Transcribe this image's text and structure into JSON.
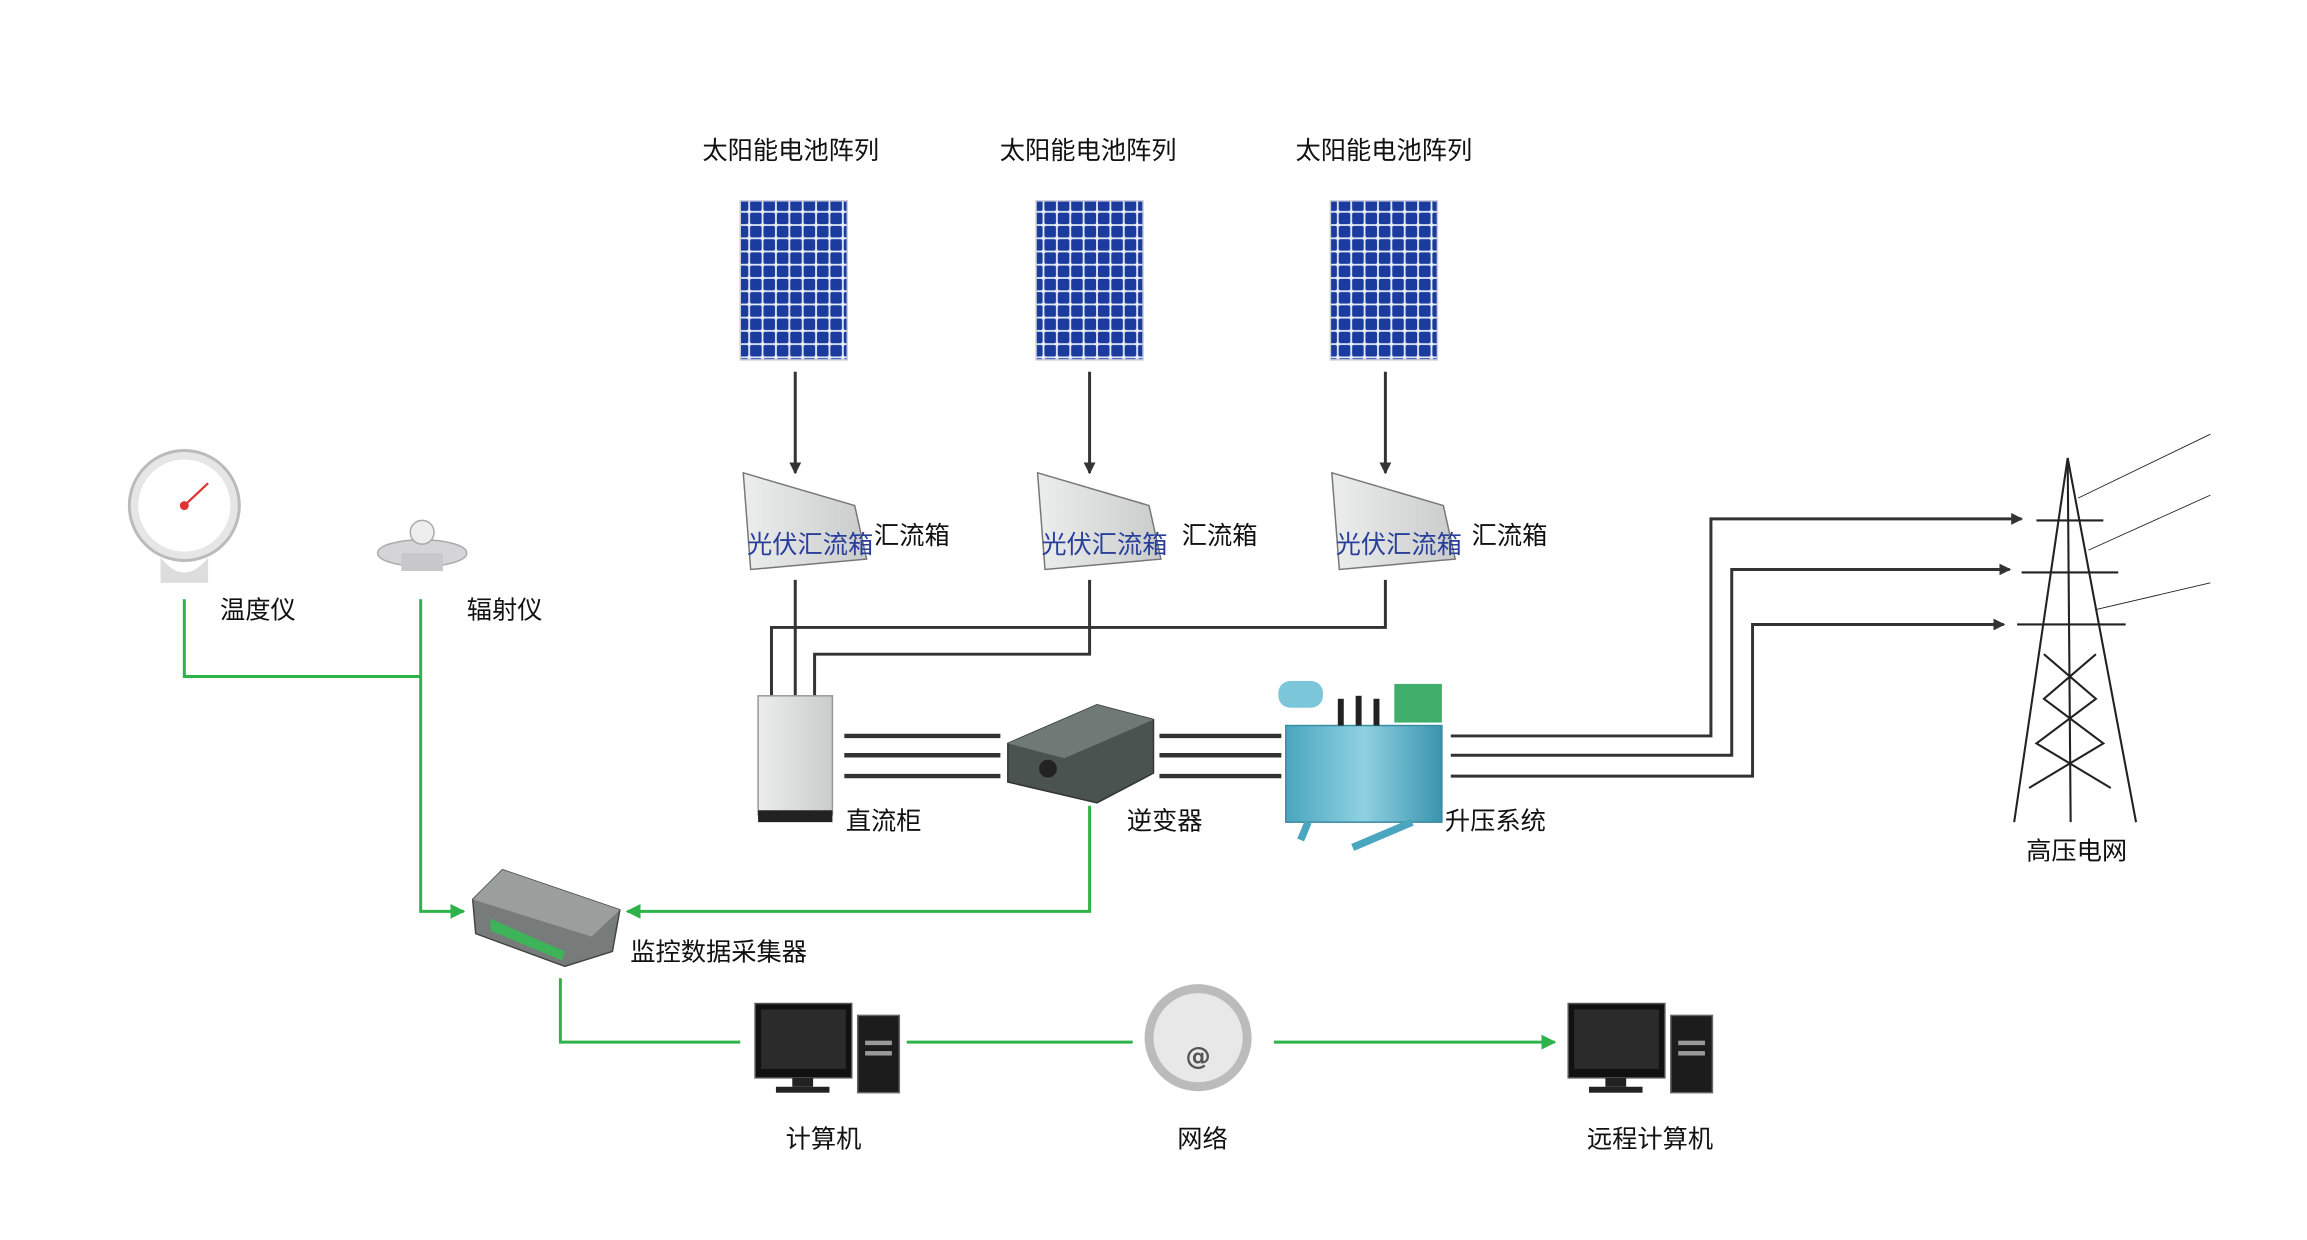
{
  "colors": {
    "wire": "#333333",
    "signal": "#2eb34a",
    "panel": "#1a3a9a"
  },
  "solar_arrays": [
    {
      "label": "太阳能电池阵列"
    },
    {
      "label": "太阳能电池阵列"
    },
    {
      "label": "太阳能电池阵列"
    }
  ],
  "combiner_boxes": [
    {
      "label": "汇流箱",
      "plate": "光伏汇流箱"
    },
    {
      "label": "汇流箱",
      "plate": "光伏汇流箱"
    },
    {
      "label": "汇流箱",
      "plate": "光伏汇流箱"
    }
  ],
  "dc_cabinet": {
    "label": "直流柜"
  },
  "inverter": {
    "label": "逆变器"
  },
  "transformer": {
    "label": "升压系统"
  },
  "grid": {
    "label": "高压电网"
  },
  "thermometer": {
    "label": "温度仪"
  },
  "radiometer": {
    "label": "辐射仪"
  },
  "collector": {
    "label": "监控数据采集器"
  },
  "computer": {
    "label": "计算机"
  },
  "network": {
    "label": "网络",
    "icon": "at-sign-icon"
  },
  "remote_computer": {
    "label": "远程计算机"
  }
}
